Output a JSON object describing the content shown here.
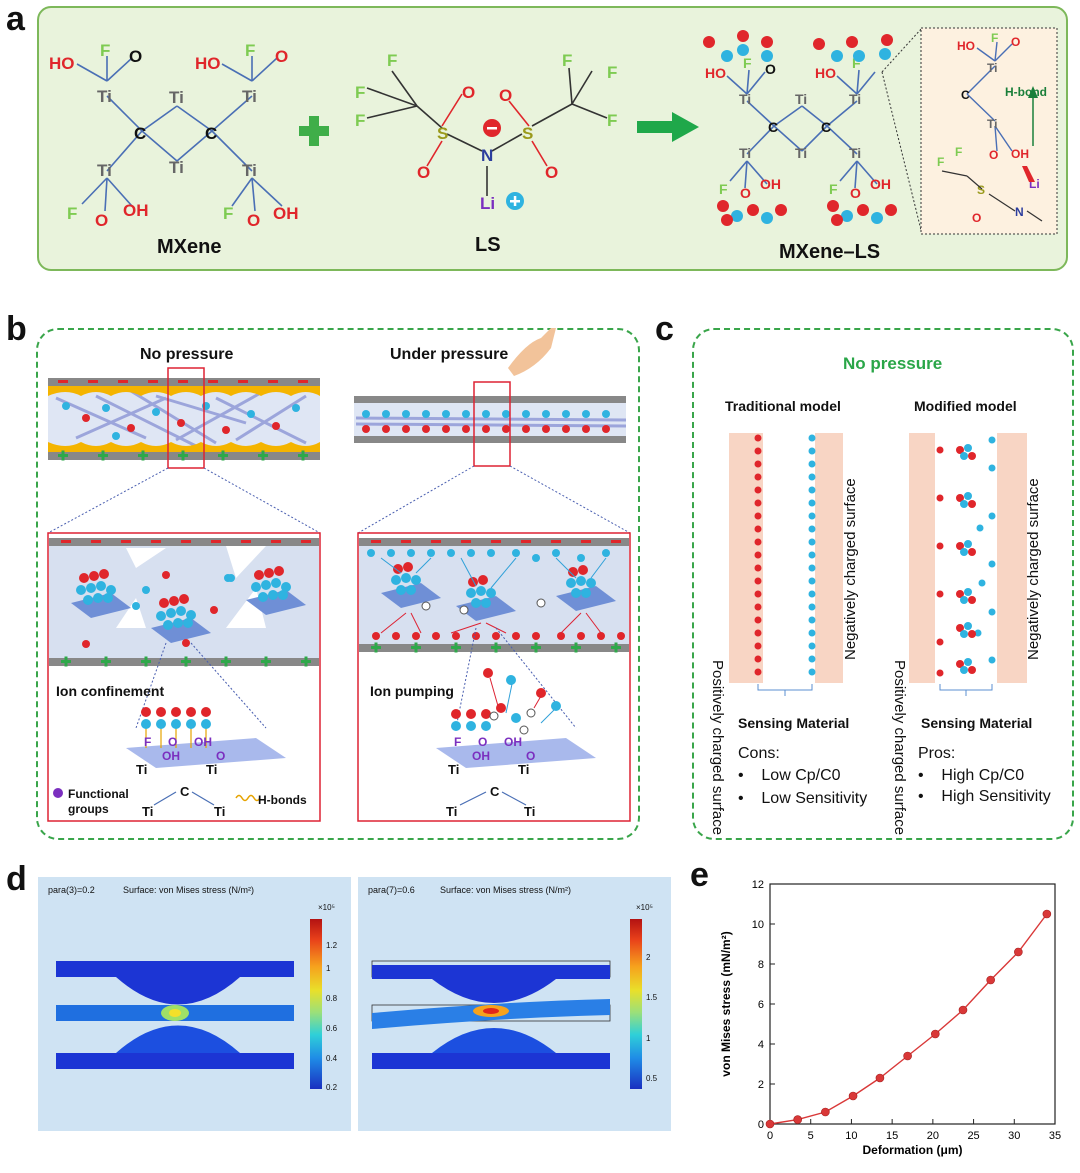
{
  "panel_labels": {
    "a": "a",
    "b": "b",
    "c": "c",
    "d": "d",
    "e": "e"
  },
  "panel_a": {
    "mxene": {
      "label": "MXene",
      "atoms": {
        "ho": "HO",
        "f": "F",
        "o": "O",
        "ti": "Ti",
        "c": "C",
        "oh": "OH"
      }
    },
    "ls": {
      "label": "LS",
      "atoms": {
        "f": "F",
        "s": "S",
        "o": "O",
        "n": "N",
        "li": "Li"
      }
    },
    "product": {
      "label": "MXene–LS",
      "hbond": "H-bond"
    },
    "colors": {
      "red": "#e0262b",
      "green": "#3fae49",
      "blue_ion": "#2fb3e0",
      "purple": "#7b2fbf",
      "olive": "#9a9a1c",
      "fluorine": "#7ecb52"
    }
  },
  "panel_b": {
    "left_title": "No pressure",
    "right_title": "Under pressure",
    "left_caption": "Ion confinement",
    "right_caption": "Ion pumping",
    "legend_functional": "Functional groups",
    "legend_hbonds": "H-bonds",
    "atoms": {
      "f": "F",
      "o": "O",
      "oh": "OH",
      "ti": "Ti",
      "c": "C"
    }
  },
  "panel_c": {
    "title": "No pressure",
    "traditional": "Traditional model",
    "modified": "Modified model",
    "pos_surface": "Positively charged surface",
    "neg_surface": "Negatively charged surface",
    "sensing_left": "Sensing Material",
    "sensing_right": "Sensing Material",
    "cons_title": "Cons:",
    "cons": [
      "Low Cp/C0",
      "Low Sensitivity"
    ],
    "pros_title": "Pros:",
    "pros": [
      "High Cp/C0",
      "High Sensitivity"
    ]
  },
  "panel_d": {
    "left": {
      "param": "para(3)=0.2",
      "title": "Surface: von Mises stress (N/m²)",
      "exp": "×10⁵",
      "ticks": [
        "1.2",
        "1",
        "0.8",
        "0.6",
        "0.4",
        "0.2"
      ]
    },
    "right": {
      "param": "para(7)=0.6",
      "title": "Surface: von Mises stress (N/m²)",
      "exp": "×10⁵",
      "ticks": [
        "2",
        "1.5",
        "1",
        "0.5"
      ]
    }
  },
  "chart_data": {
    "type": "line",
    "title": "",
    "xlabel": "Deformation (μm)",
    "ylabel": "von Mises stress (mN/m²)",
    "xlim": [
      0,
      35
    ],
    "ylim": [
      0,
      12
    ],
    "xticks": [
      0,
      5,
      10,
      15,
      20,
      25,
      30,
      35
    ],
    "yticks": [
      0,
      2,
      4,
      6,
      8,
      10,
      12
    ],
    "series": [
      {
        "name": "",
        "color": "#d93838",
        "x": [
          0,
          3.4,
          6.8,
          10.2,
          13.5,
          16.9,
          20.3,
          23.7,
          27.1,
          30.5,
          34
        ],
        "y": [
          0,
          0.22,
          0.6,
          1.4,
          2.3,
          3.4,
          4.5,
          5.7,
          7.2,
          8.6,
          10.5
        ]
      }
    ],
    "grid": false
  }
}
